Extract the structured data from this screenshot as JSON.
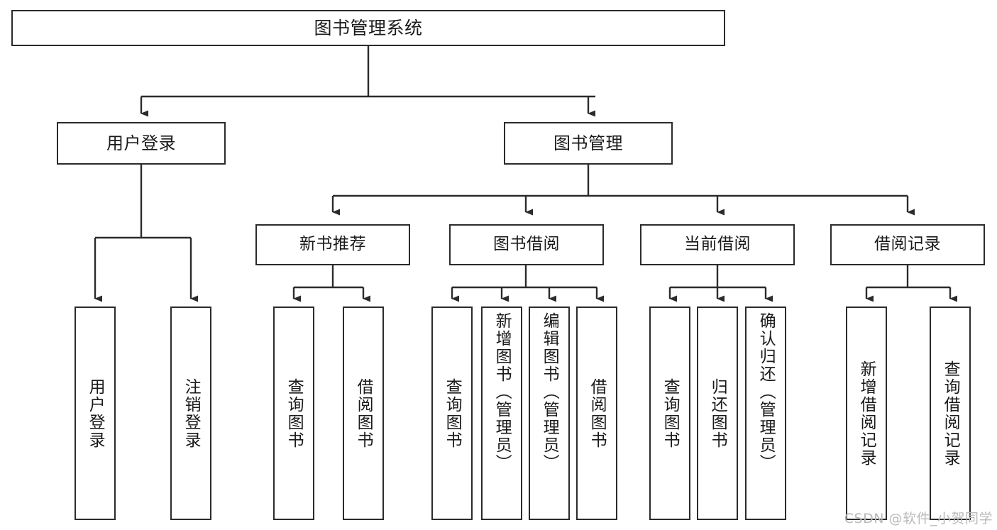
{
  "diagram": {
    "title": "图书管理系统",
    "type": "tree-hierarchy",
    "orientation": "top-down",
    "colors": {
      "box_border": "#2b2b2b",
      "box_fill": "#ffffff",
      "connector": "#2b2b2b",
      "text": "#1a1a1a",
      "watermark": "#b9b9b9"
    }
  },
  "nodes": {
    "root": {
      "label": "图书管理系统"
    },
    "level2": [
      {
        "id": "user-login",
        "label": "用户登录"
      },
      {
        "id": "book-management",
        "label": "图书管理"
      }
    ],
    "level3": [
      {
        "id": "new-book-recommend",
        "label": "新书推荐"
      },
      {
        "id": "book-borrow",
        "label": "图书借阅"
      },
      {
        "id": "current-borrow",
        "label": "当前借阅"
      },
      {
        "id": "borrow-record",
        "label": "借阅记录"
      }
    ],
    "leaves": {
      "user_login": [
        {
          "id": "leaf-user-login",
          "label": "用户登录"
        },
        {
          "id": "leaf-logout-login",
          "label": "注销登录"
        }
      ],
      "new_book_recommend": [
        {
          "id": "leaf-query-book-1",
          "label": "查询图书"
        },
        {
          "id": "leaf-borrow-book-1",
          "label": "借阅图书"
        }
      ],
      "book_borrow": [
        {
          "id": "leaf-query-book-2",
          "label": "查询图书"
        },
        {
          "id": "leaf-add-book",
          "label": "新增图书（管理员）"
        },
        {
          "id": "leaf-edit-book",
          "label": "编辑图书（管理员）"
        },
        {
          "id": "leaf-borrow-book-2",
          "label": "借阅图书"
        }
      ],
      "current_borrow": [
        {
          "id": "leaf-query-book-3",
          "label": "查询图书"
        },
        {
          "id": "leaf-return-book",
          "label": "归还图书"
        },
        {
          "id": "leaf-confirm-return",
          "label": "确认归还（管理员）"
        }
      ],
      "borrow_record": [
        {
          "id": "leaf-add-borrow-record",
          "label": "新增借阅记录"
        },
        {
          "id": "leaf-query-borrow-record",
          "label": "查询借阅记录"
        }
      ]
    }
  },
  "watermark": {
    "text": "CSDN @软件_小贺同学"
  }
}
